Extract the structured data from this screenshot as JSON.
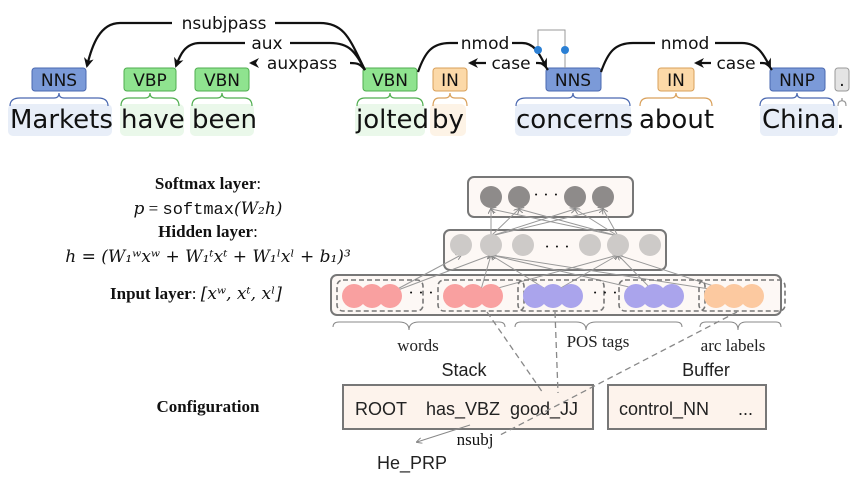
{
  "dependency_parse": {
    "tokens": [
      {
        "word": "Markets",
        "tag": "NNS",
        "tag_color": "#7b9ad8",
        "word_bg": "#e8eef8"
      },
      {
        "word": "have",
        "tag": "VBP",
        "tag_color": "#8fe38f",
        "word_bg": "#eaf8ea"
      },
      {
        "word": "been",
        "tag": "VBN",
        "tag_color": "#8fe38f",
        "word_bg": "#eaf8ea"
      },
      {
        "word": "jolted",
        "tag": "VBN",
        "tag_color": "#8fe38f",
        "word_bg": "#eaf8ea"
      },
      {
        "word": "by",
        "tag": "IN",
        "tag_color": "#fcd9a8",
        "word_bg": "#fdf3e6"
      },
      {
        "word": "concerns",
        "tag": "NNS",
        "tag_color": "#7b9ad8",
        "word_bg": "#e8eef8"
      },
      {
        "word": "about",
        "tag": "IN",
        "tag_color": "#fcd9a8",
        "word_bg": "#fdf3e6"
      },
      {
        "word": "China.",
        "tag": "NNP",
        "tag_color": "#7b9ad8",
        "word_bg": "#e8eef8"
      },
      {
        "word": "",
        "tag": ".",
        "tag_color": "#e4e4e4",
        "word_bg": "#ffffff"
      }
    ],
    "arcs": [
      {
        "label": "nsubjpass",
        "from": 3,
        "to": 0
      },
      {
        "label": "aux",
        "from": 3,
        "to": 1
      },
      {
        "label": "auxpass",
        "from": 3,
        "to": 2
      },
      {
        "label": "nmod",
        "from": 3,
        "to": 5
      },
      {
        "label": "case",
        "from": 5,
        "to": 4
      },
      {
        "label": "nmod",
        "from": 5,
        "to": 7
      },
      {
        "label": "case",
        "from": 7,
        "to": 6
      }
    ]
  },
  "network": {
    "softmax_title": "Softmax layer",
    "softmax_formula_lhs": "p",
    "softmax_formula_eq": "=",
    "softmax_formula_fn": "softmax",
    "softmax_formula_arg": "(W₂h)",
    "hidden_title": "Hidden layer",
    "hidden_formula": "h = (W₁ʷxʷ + W₁ᵗxᵗ + W₁ˡxˡ + b₁)³",
    "input_title": "Input layer",
    "input_formula": "[xʷ, xᵗ, xˡ]",
    "ellipsis": "· · ·",
    "groups": [
      "words",
      "POS tags",
      "arc labels"
    ],
    "colors": {
      "softmax_node": "#8e8b8a",
      "hidden_node": "#cdcac8",
      "word_node": "#f9a0a0",
      "pos_node": "#aaa4ec",
      "label_node": "#fcc9a0",
      "box_fill": "#fdf8f5"
    }
  },
  "configuration": {
    "title": "Configuration",
    "stack_label": "Stack",
    "buffer_label": "Buffer",
    "stack_items": [
      "ROOT",
      "has_VBZ",
      "good_JJ"
    ],
    "buffer_items": [
      "control_NN",
      "..."
    ],
    "dependent": "He_PRP",
    "dependency_label": "nsubj"
  }
}
